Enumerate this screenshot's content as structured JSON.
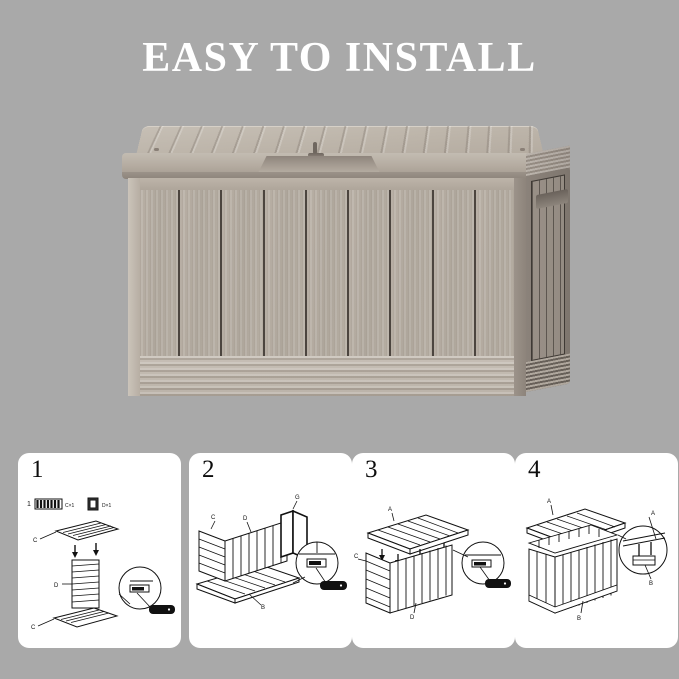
{
  "page": {
    "background_color": "#a9a9a9",
    "title": "EASY TO INSTALL",
    "title_color": "#ffffff"
  },
  "product": {
    "name": "resin-deck-storage-box",
    "description": "Taupe resin outdoor deck box with vertical wood-grain slat panels, ribbed base trim, recessed front handle and hinged slatted lid",
    "colors": {
      "lid": "#bdb5aa",
      "front_panel": "#b0a79c",
      "slat_groove": "#4c453f",
      "side_panel": "#7e766e",
      "base_trim": "#b9b0a5"
    },
    "front_slat_count": 9
  },
  "steps": [
    {
      "number": "1",
      "name": "step-1",
      "card_color": "#ffffff",
      "description": "Attach bottom panel C and side panel D together; parts legend row with hardware callout",
      "part_labels": [
        "C",
        "D",
        "C"
      ],
      "legend_count": "1",
      "has_detail_callout": true
    },
    {
      "number": "2",
      "name": "step-2",
      "card_color": "#ffffff",
      "description": "Assemble side panels C, D and corner post G onto base B",
      "part_labels": [
        "C",
        "D",
        "G",
        "B"
      ],
      "has_detail_callout": true
    },
    {
      "number": "3",
      "name": "step-3",
      "card_color": "#ffffff",
      "description": "Lower lid A onto assembled body, pressing down at arrow positions; panels C and D",
      "part_labels": [
        "A",
        "C",
        "D"
      ],
      "has_detail_callout": true
    },
    {
      "number": "4",
      "name": "step-4",
      "card_color": "#ffffff",
      "description": "Finished deck box with lid A open, showing hinge detail B in the magnified callout",
      "part_labels": [
        "A",
        "B",
        "A",
        "B"
      ],
      "has_detail_callout": true
    }
  ]
}
